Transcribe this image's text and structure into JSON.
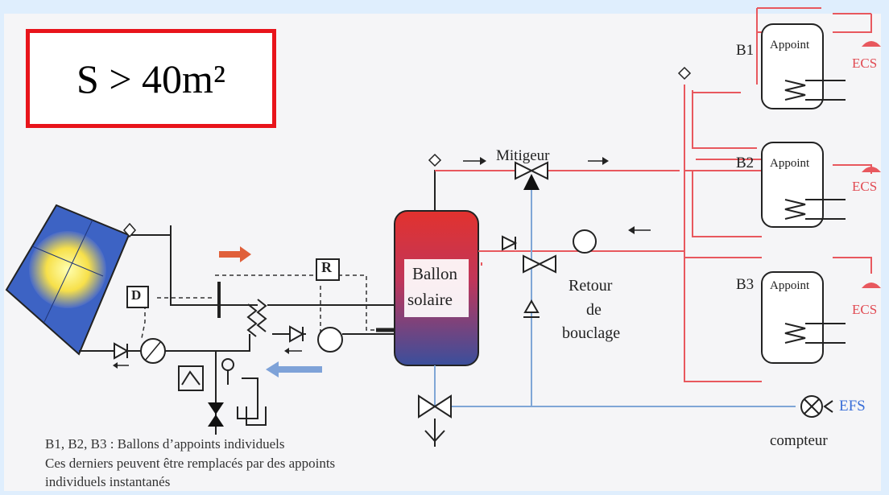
{
  "badge": {
    "text": "S > 40m²"
  },
  "labels": {
    "mitigeur": "Mitigeur",
    "ballon_line1": "Ballon",
    "ballon_line2": "solaire",
    "retour_line1": "Retour",
    "retour_line2": "de",
    "retour_line3": "bouclage",
    "regulator": "R",
    "d_box": "D",
    "b1": "B1",
    "b2": "B2",
    "b3": "B3",
    "appoint1": "Appoint",
    "appoint2": "Appoint",
    "appoint3": "Appoint",
    "ecs1": "ECS",
    "ecs2": "ECS",
    "ecs3": "ECS",
    "efs": "EFS",
    "compteur": "compteur"
  },
  "caption": {
    "line1": "B1, B2, B3 : Ballons d’appoints individuels",
    "line2": "Ces derniers peuvent être remplacés par des appoints",
    "line3": "individuels instantanés"
  },
  "colors": {
    "hot_pipe": "#e8585e",
    "cold_pipe": "#7fa6d6",
    "tank_top": "#e2322e",
    "tank_bottom": "#3a4f9c",
    "hot_arrow": "#e0603a",
    "cold_arrow": "#7ea2d8",
    "badge_border": "#e8141b"
  },
  "icons": [
    "solar-panel-icon",
    "check-valve-icon",
    "pump-icon",
    "heat-exchanger-icon",
    "mixing-valve-icon",
    "water-meter-icon",
    "shower-icon"
  ]
}
